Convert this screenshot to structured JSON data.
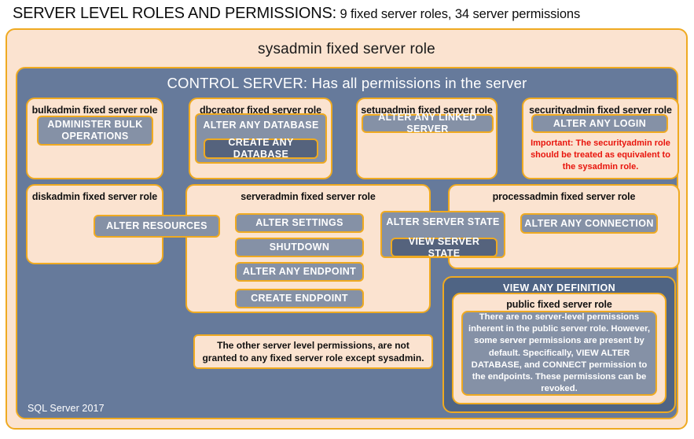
{
  "header": {
    "title": "SERVER LEVEL ROLES AND PERMISSIONS:",
    "subtitle": "9 fixed server roles, 34 server permissions"
  },
  "colors": {
    "panel_peach": "#fbe3d0",
    "border_gold": "#efaa21",
    "slate_mid": "#667a9b",
    "slate_dark": "#4f6484",
    "permission_fill": "#8591a6",
    "permission_fill_deep": "#55637d",
    "warning_red": "#e8140c",
    "text_dark": "#111111",
    "text_light": "#ffffff"
  },
  "sysadmin": {
    "title": "sysadmin fixed server role"
  },
  "control_server": {
    "title": "CONTROL SERVER: Has all permissions in the server"
  },
  "roles": {
    "bulkadmin": {
      "title": "bulkadmin fixed server role",
      "permissions": [
        "ADMINISTER  BULK OPERATIONS"
      ]
    },
    "dbcreator": {
      "title": "dbcreator fixed server role",
      "permissions": [
        "ALTER ANY DATABASE",
        "CREATE  ANY DATABASE"
      ]
    },
    "setupadmin": {
      "title": "setupadmin fixed server role",
      "permissions": [
        "ALTER ANY LINKED SERVER"
      ]
    },
    "securityadmin": {
      "title": "securityadmin fixed server role",
      "permissions": [
        "ALTER ANY LOGIN"
      ],
      "warning": "Important:  The securityadmin role should  be treated as equivalent to the sysadmin role."
    },
    "diskadmin": {
      "title": "diskadmin fixed server role",
      "permissions": [
        "ALTER RESOURCES"
      ]
    },
    "serveradmin": {
      "title": "serveradmin fixed server role",
      "permissions": [
        "ALTER SETTINGS",
        "SHUTDOWN",
        "ALTER ANY ENDPOINT",
        "CREATE  ENDPOINT"
      ]
    },
    "processadmin": {
      "title": "processadmin fixed server role",
      "permissions": [
        "ALTER ANY CONNECTION"
      ]
    },
    "shared": {
      "alter_server_state": "ALTER SERVER STATE",
      "view_server_state": "VIEW SERVER STATE"
    },
    "public": {
      "outer_permission": "VIEW ANY DEFINITION",
      "title": "public  fixed server role",
      "note": "There are no server-level permissions inherent in the public server role. However, some server permissions are present by default. Specifically, VIEW ALTER DATABASE, and CONNECT permission to the endpoints. These permissions can be revoked."
    }
  },
  "notes": {
    "other_permissions": "The other server level permissions,  are not granted to any fixed server role except sysadmin."
  },
  "footer": {
    "product": "SQL Server 2017"
  }
}
